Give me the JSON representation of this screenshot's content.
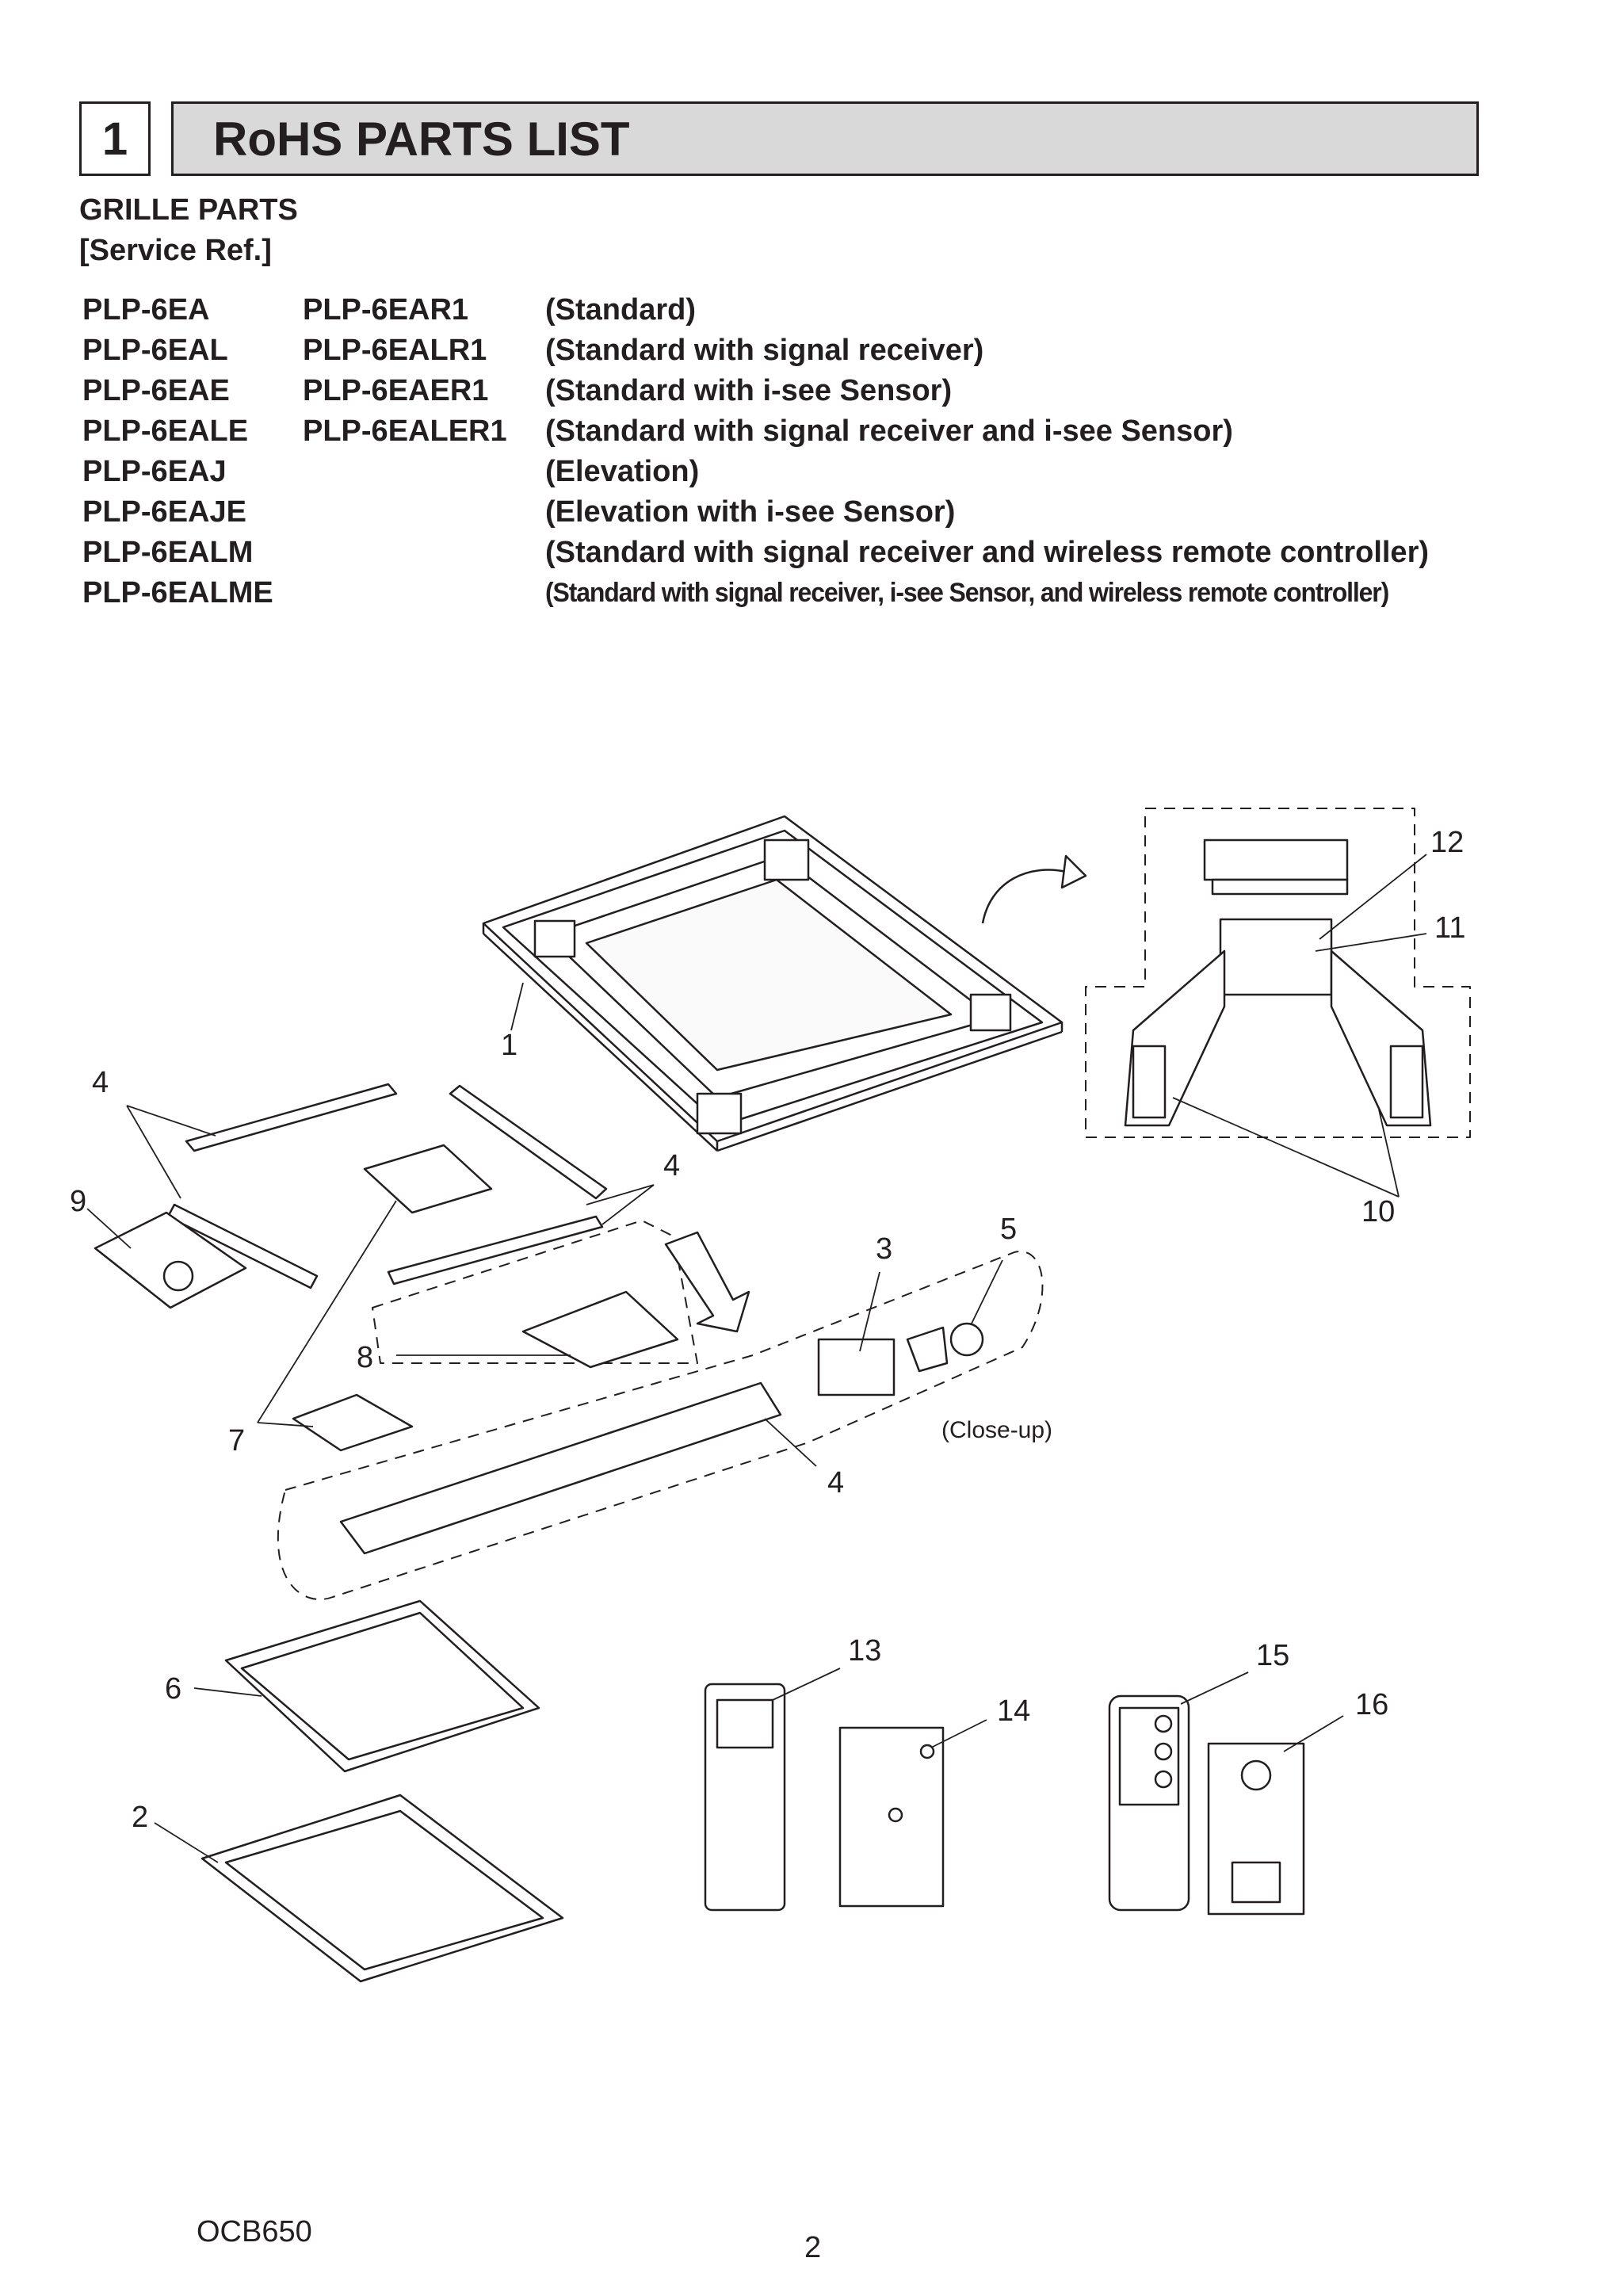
{
  "section": {
    "number": "1",
    "title": "RoHS PARTS LIST"
  },
  "heading": {
    "line1": "GRILLE PARTS",
    "line2": "[Service Ref.]"
  },
  "models": [
    {
      "model": "PLP-6EA",
      "alt": "PLP-6EAR1",
      "desc": "(Standard)"
    },
    {
      "model": "PLP-6EAL",
      "alt": "PLP-6EALR1",
      "desc": "(Standard with signal receiver)"
    },
    {
      "model": "PLP-6EAE",
      "alt": "PLP-6EAER1",
      "desc": "(Standard with i-see Sensor)"
    },
    {
      "model": "PLP-6EALE",
      "alt": "PLP-6EALER1",
      "desc": "(Standard with signal receiver and i-see Sensor)"
    },
    {
      "model": "PLP-6EAJ",
      "alt": "",
      "desc": "(Elevation)"
    },
    {
      "model": "PLP-6EAJE",
      "alt": "",
      "desc": "(Elevation with i-see Sensor)"
    },
    {
      "model": "PLP-6EALM",
      "alt": "",
      "desc": "(Standard with signal receiver and wireless remote controller)"
    },
    {
      "model": "PLP-6EALME",
      "alt": "",
      "desc": "(Standard with signal receiver, i-see Sensor, and wireless remote controller)"
    }
  ],
  "callouts": {
    "c1": "1",
    "c2": "2",
    "c3": "3",
    "c4a": "4",
    "c4b": "4",
    "c4c": "4",
    "c5": "5",
    "c6": "6",
    "c7": "7",
    "c8": "8",
    "c9": "9",
    "c10": "10",
    "c11": "11",
    "c12": "12",
    "c13": "13",
    "c14": "14",
    "c15": "15",
    "c16": "16"
  },
  "closeup_label": "(Close-up)",
  "footer": {
    "doc_code": "OCB650",
    "page_number": "2"
  },
  "colors": {
    "ink": "#231f20",
    "title_bar": "#d9d9d9"
  }
}
